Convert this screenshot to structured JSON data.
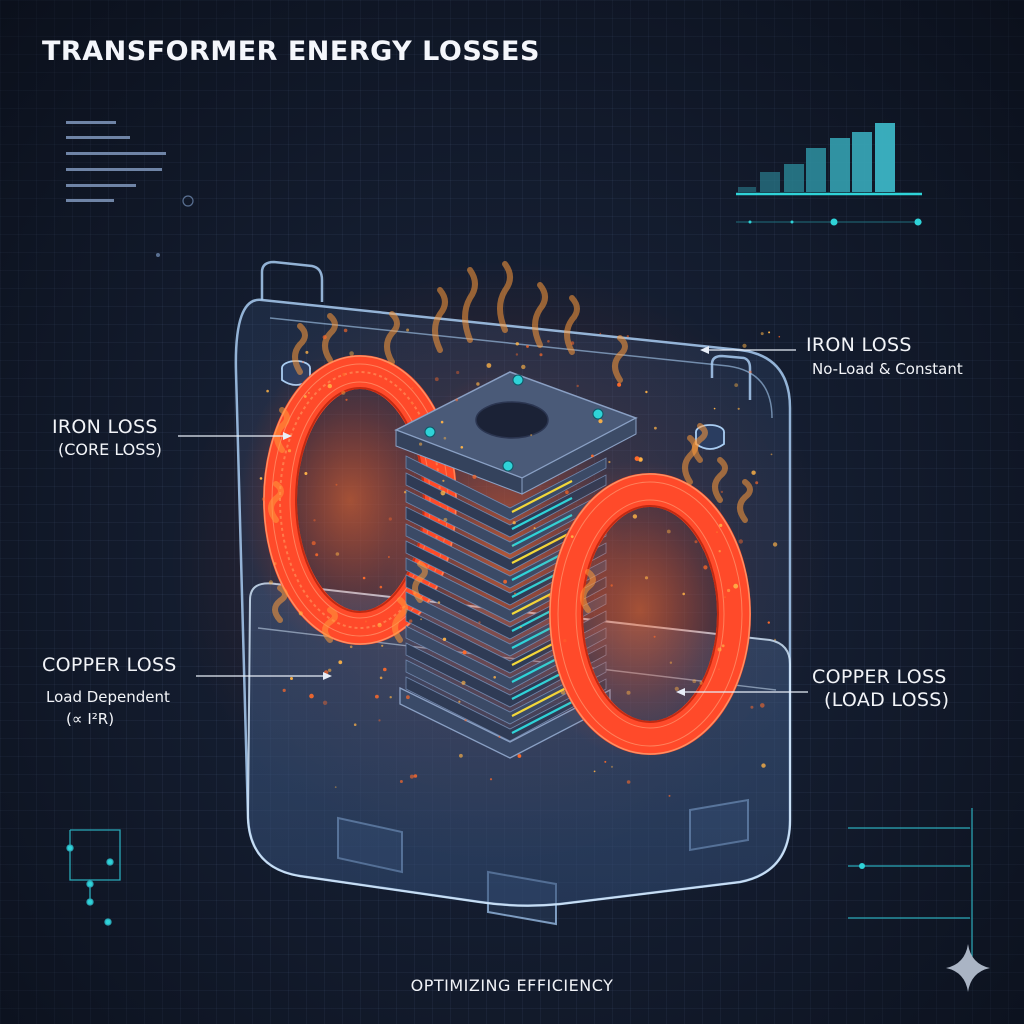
{
  "title": "TRANSFORMER ENERGY LOSSES",
  "labels": {
    "iron_loss_left": {
      "line1": "IRON LOSS",
      "line2": "(CORE LOSS)"
    },
    "iron_loss_right": {
      "line1": "IRON LOSS",
      "line2": "No-Load & Constant"
    },
    "copper_loss_left": {
      "line1": "COPPER LOSS",
      "line2": "Load Dependent",
      "line3": "(∝ I²R)"
    },
    "copper_loss_right": {
      "line1": "COPPER LOSS",
      "line2": "(LOAD LOSS)"
    }
  },
  "footer": "OPTIMIZING EFFICIENCY",
  "colors": {
    "background": "#121a2b",
    "coil": "#ff4a2a",
    "glow": "#ff6a2a",
    "tank": "#9fc4ee",
    "core_plate": "#3b4a66",
    "accent_cyan": "#2fd3d8",
    "accent_yellow": "#f2d83a"
  },
  "icons": {
    "corner": "sparkle-icon"
  }
}
